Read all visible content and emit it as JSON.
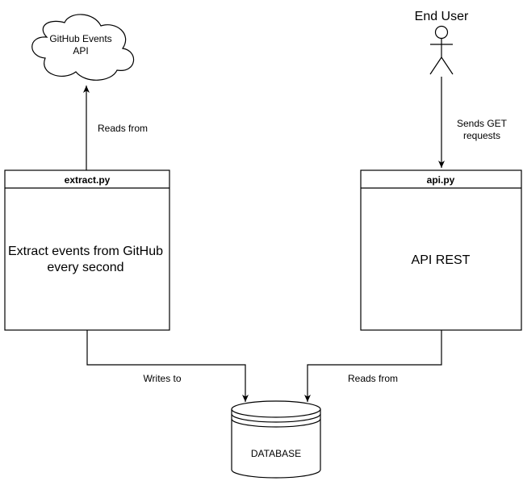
{
  "cloud": {
    "line1": "GitHub Events",
    "line2": "API"
  },
  "actor": {
    "label": "End User"
  },
  "extract_box": {
    "title": "extract.py",
    "body_line1": "Extract events from GitHub",
    "body_line2": "every second"
  },
  "api_box": {
    "title": "api.py",
    "body": "API REST"
  },
  "database": {
    "label": "DATABASE"
  },
  "edges": {
    "extract_to_api": "Reads from",
    "user_to_api_line1": "Sends GET",
    "user_to_api_line2": "requests",
    "extract_to_db": "Writes to",
    "api_to_db": "Reads from"
  },
  "colors": {
    "stroke": "#000000",
    "fill": "#ffffff"
  }
}
